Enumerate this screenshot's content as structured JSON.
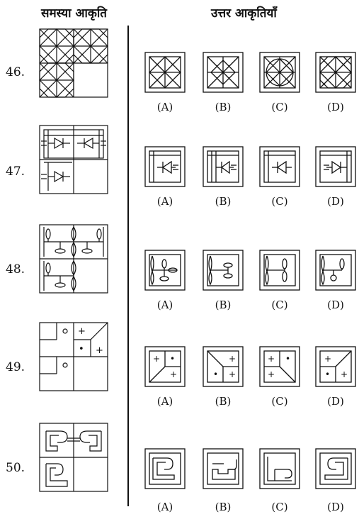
{
  "headers": {
    "problem": "समस्या आकृति",
    "answer": "उत्तर आकृतियाँ"
  },
  "questions": [
    {
      "number": "46.",
      "options": [
        "(A)",
        "(B)",
        "(C)",
        "(D)"
      ]
    },
    {
      "number": "47.",
      "options": [
        "(A)",
        "(B)",
        "(C)",
        "(D)"
      ]
    },
    {
      "number": "48.",
      "options": [
        "(A)",
        "(B)",
        "(C)",
        "(D)"
      ]
    },
    {
      "number": "49.",
      "options": [
        "(A)",
        "(B)",
        "(C)",
        "(D)"
      ]
    },
    {
      "number": "50.",
      "options": [
        "(A)",
        "(B)",
        "(C)",
        "(D)"
      ]
    }
  ],
  "symbols": {
    "plus": "+",
    "dot": "•",
    "circle": "o"
  }
}
